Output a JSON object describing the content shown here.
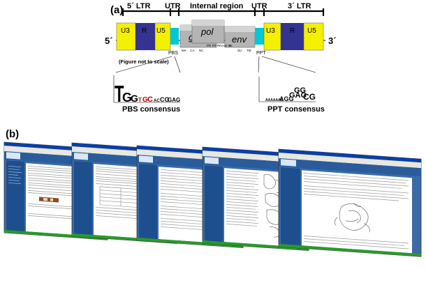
{
  "panel_a": {
    "label": "(a)",
    "ltr5_label": "5´ LTR",
    "utr_left_label": "UTR",
    "internal_label": "Internal region",
    "utr_right_label": "UTR",
    "ltr3_label": "3´ LTR",
    "end5_label": "5´",
    "end3_label": "3´",
    "left_ltr": [
      "U3",
      "R",
      "U5"
    ],
    "right_ltr": [
      "U3",
      "R",
      "U5"
    ],
    "genes": [
      "gag",
      "pol",
      "env"
    ],
    "gag_sub": [
      "MA",
      "CA",
      "NC"
    ],
    "pol_sub": [
      "PR",
      "RT",
      "RNAse H",
      "IN"
    ],
    "env_sub": [
      "SU",
      "TM"
    ],
    "pbs_label": "PBS",
    "ppt_label": "PPT",
    "scale_note": "(Figure not to scale)",
    "pbs_consensus": "PBS consensus",
    "ppt_consensus": "PPT consensus",
    "colors": {
      "u3": "#f4f000",
      "r": "#333391",
      "u5": "#f4f000",
      "utr": "#00c8d8",
      "gene": "#b4b4b4",
      "logo_red": "#c00000"
    }
  },
  "panel_b": {
    "label": "(b)",
    "window_count": 5,
    "colors": {
      "titlebar": "#0a3fa8",
      "page_bg": "#3a6aa8",
      "sidebar": "#1d4f8e",
      "content": "#ffffff",
      "taskbar": "#2a9a2a"
    }
  }
}
